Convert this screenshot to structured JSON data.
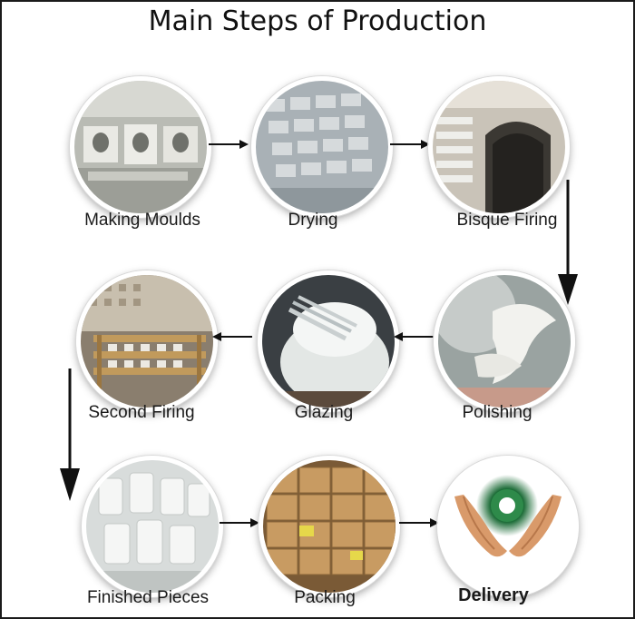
{
  "title": "Main Steps of Production",
  "steps": [
    {
      "label": "Making Moulds"
    },
    {
      "label": "Drying"
    },
    {
      "label": "Bisque Firing"
    },
    {
      "label": "Polishing"
    },
    {
      "label": "Glazing"
    },
    {
      "label": "Second Firing"
    },
    {
      "label": "Finished Pieces"
    },
    {
      "label": "Packing"
    },
    {
      "label": "Delivery"
    }
  ],
  "colors": {
    "arrow": "#111111",
    "delivery_ring": "#1f6e3a",
    "hands": "#d99a6a"
  }
}
